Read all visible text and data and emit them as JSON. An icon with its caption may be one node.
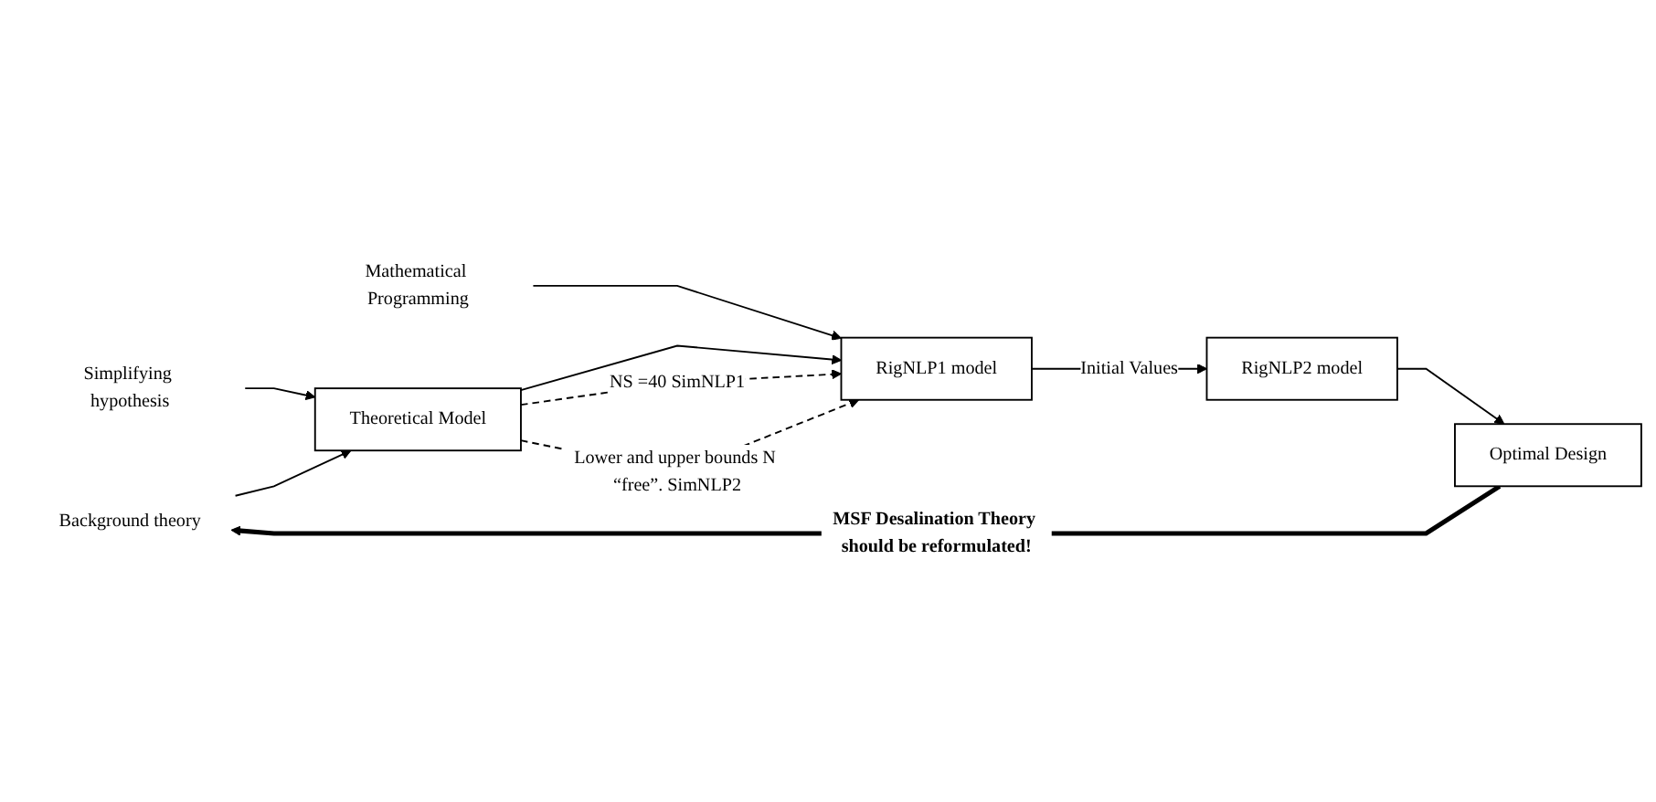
{
  "diagram": {
    "nodes": [
      {
        "text": [
          "Simplifying hypothesis"
        ]
      },
      {
        "text": [
          "Mathematical Programming"
        ]
      },
      {
        "text": [
          "Background theory"
        ]
      },
      {
        "text": [
          "Theoretical Model"
        ]
      },
      {
        "text": [
          "RigNLP1 model"
        ]
      },
      {
        "text": [
          "RigNLP2 model"
        ]
      },
      {
        "text": [
          "Optimal Design"
        ]
      }
    ],
    "edges": [
      {
        "from": 0,
        "to": 3,
        "arrow": "to"
      },
      {
        "from": 1,
        "to": 4,
        "arrow": "to"
      },
      {
        "from": 2,
        "to": 3,
        "arrow": "to"
      },
      {
        "from": 3,
        "to": 4,
        "arrow": "to"
      },
      {
        "from": 4,
        "to": 5,
        "arrow": "to",
        "label": "Initial Values"
      },
      {
        "from": 5,
        "to": 6,
        "arrow": "to"
      },
      {
        "from": 3,
        "to": 4,
        "arrow": "to",
        "style": "dashed",
        "label": "NS =40 SimNLP1"
      },
      {
        "from": 3,
        "to": 4,
        "arrow": "to",
        "style": "dashed",
        "label": "Lower and upper bounds N “free”. SimNLP2"
      },
      {
        "from": 6,
        "to": 2,
        "arrow": "to",
        "style": "thick",
        "label": "MSF Desalination Theory should be reformulated!"
      }
    ]
  }
}
